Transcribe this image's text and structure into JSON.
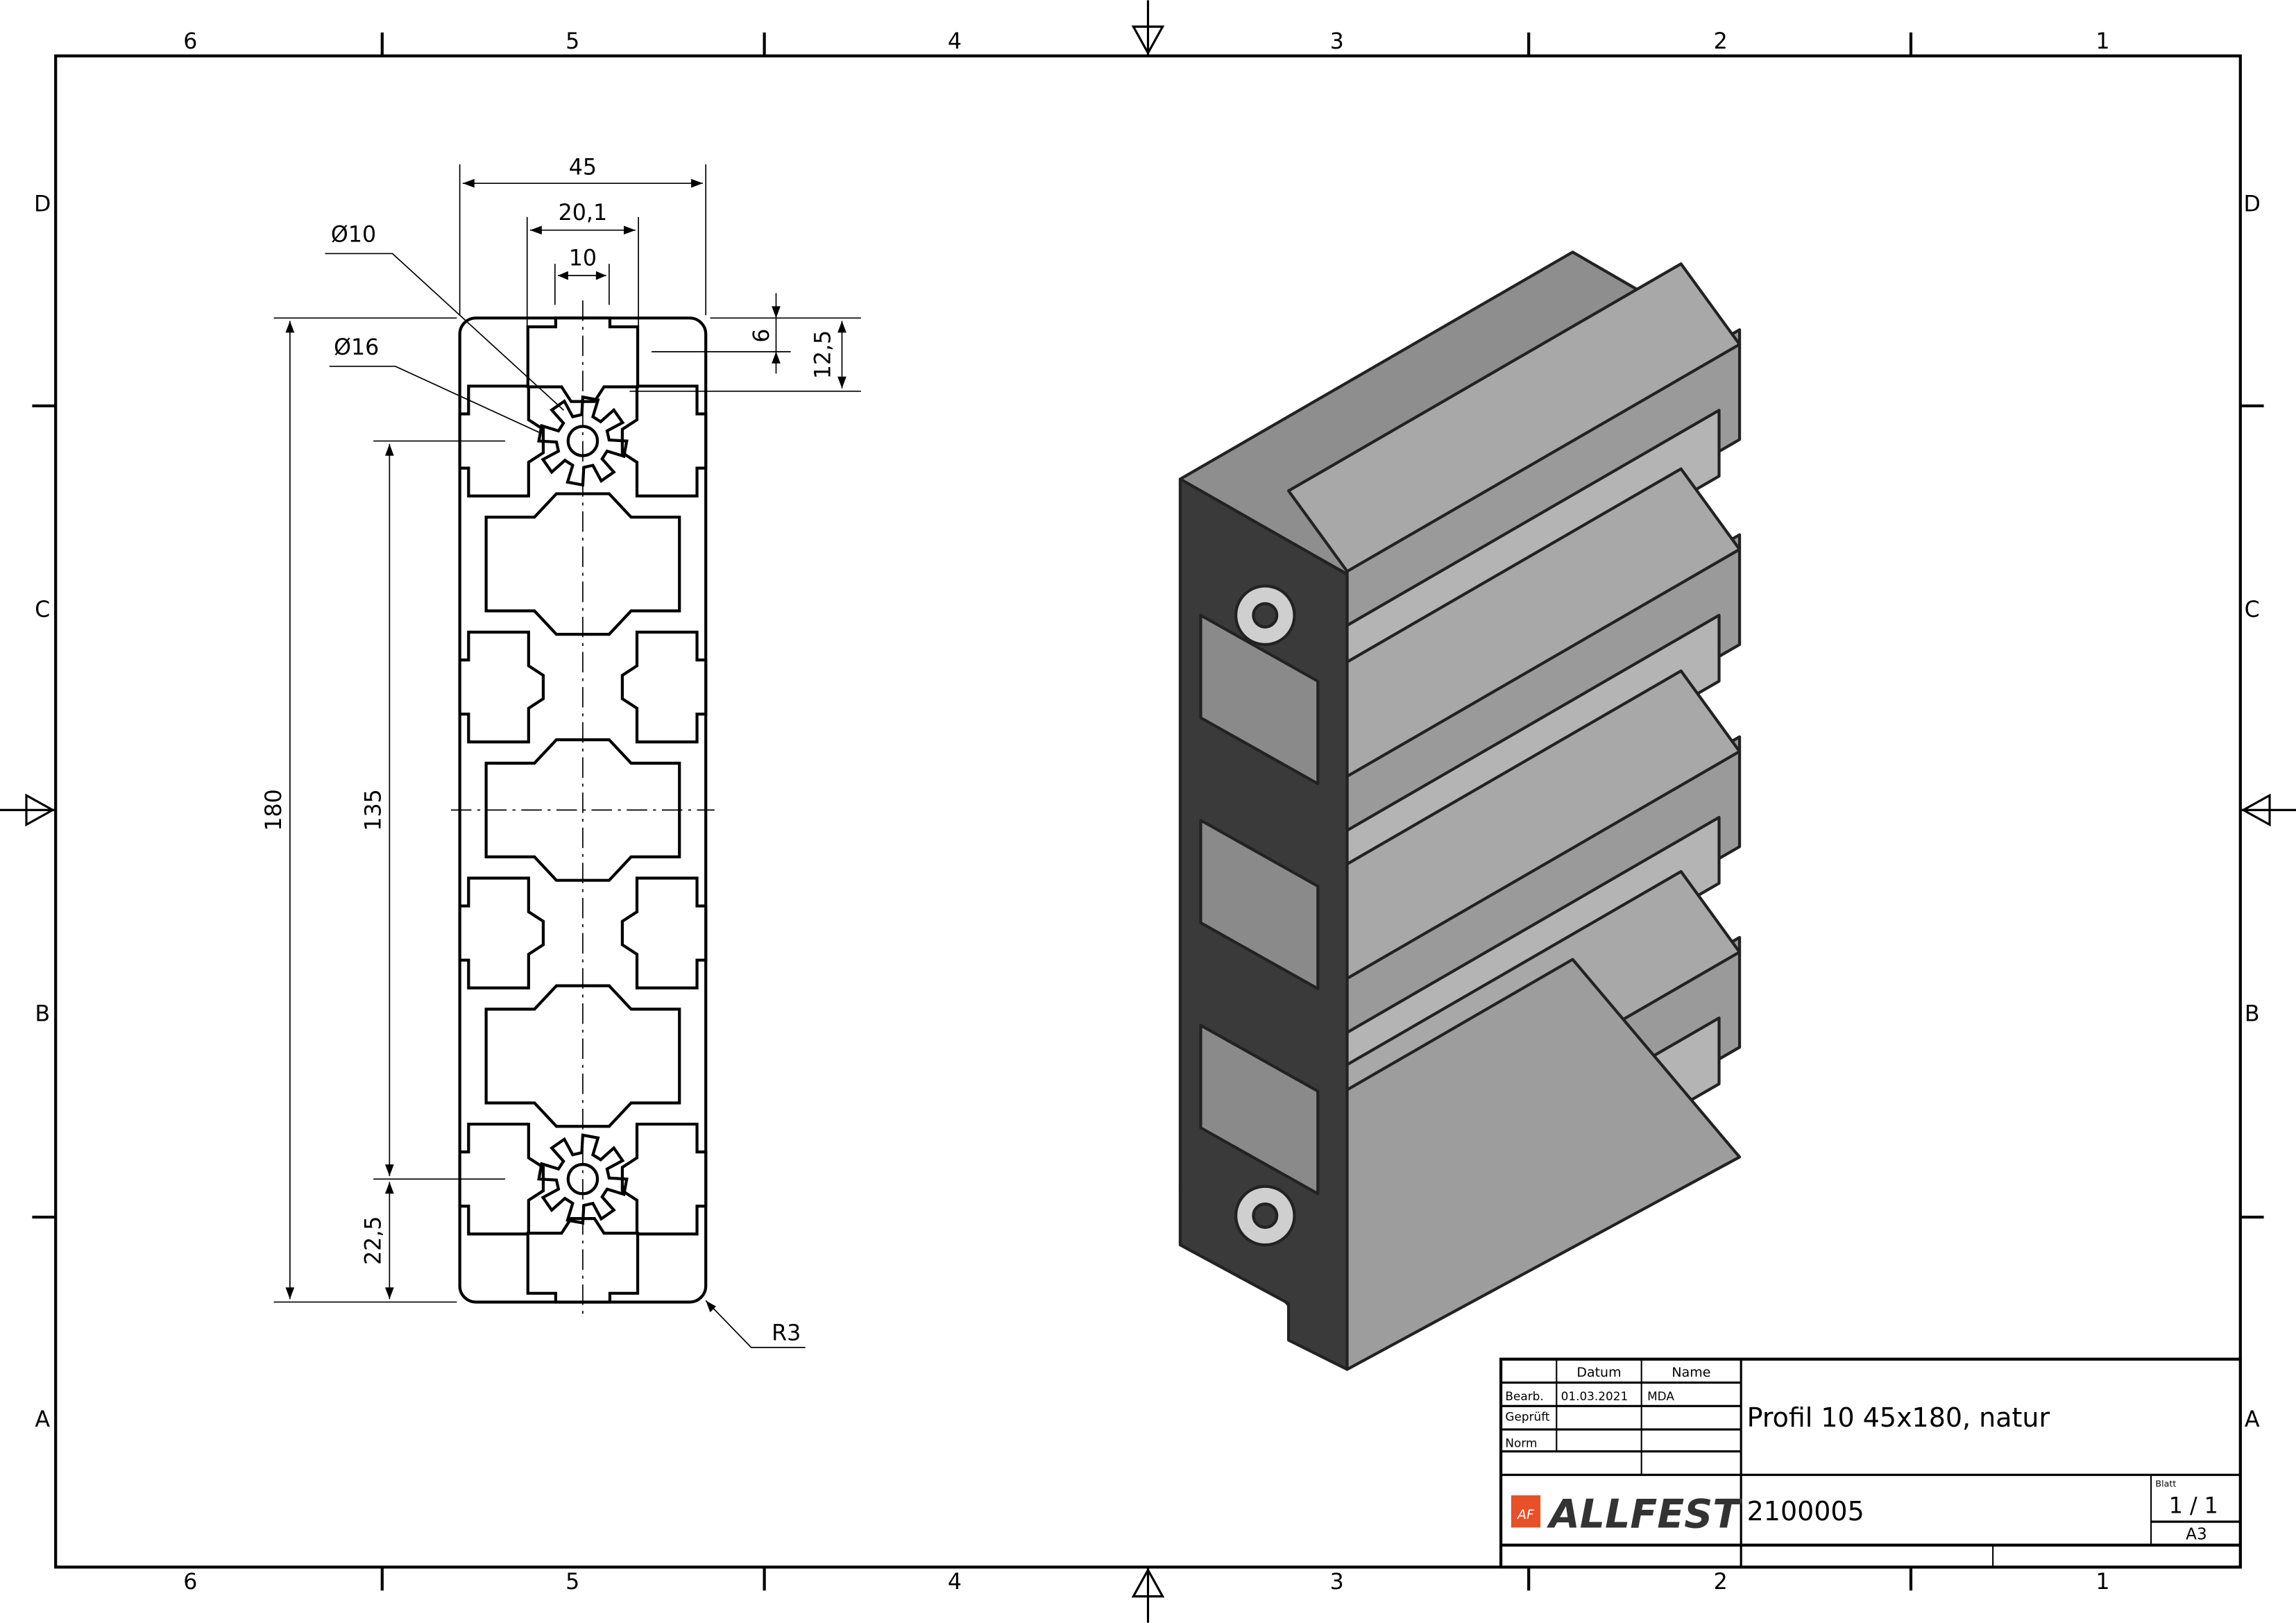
{
  "frame": {
    "columns": [
      "6",
      "5",
      "4",
      "3",
      "2",
      "1"
    ],
    "rows": [
      "D",
      "C",
      "B",
      "A"
    ]
  },
  "drawing_2d": {
    "dim_width": "45",
    "dim_slot_outer": "20,1",
    "dim_slot_opening": "10",
    "dim_bore_small": "Ø10",
    "dim_bore_large": "Ø16",
    "dim_slot_depth_1": "6",
    "dim_slot_depth_2": "12,5",
    "dim_height_total": "180",
    "dim_height_pitch": "135",
    "dim_height_offset": "22,5",
    "dim_radius": "R3"
  },
  "title_block": {
    "col_date": "Datum",
    "col_name": "Name",
    "row_drawn": "Bearb.",
    "row_checked": "Geprüft",
    "row_norm": "Norm",
    "drawn_date": "01.03.2021",
    "drawn_name": "MDA",
    "title": "Profil 10 45x180, natur",
    "part_number": "2100005",
    "sheet_label": "Blatt",
    "sheet": "1 / 1",
    "format": "A3",
    "logo_text": "ALLFEST",
    "logo_mark": "AF",
    "logo_color": "#e8502a"
  }
}
